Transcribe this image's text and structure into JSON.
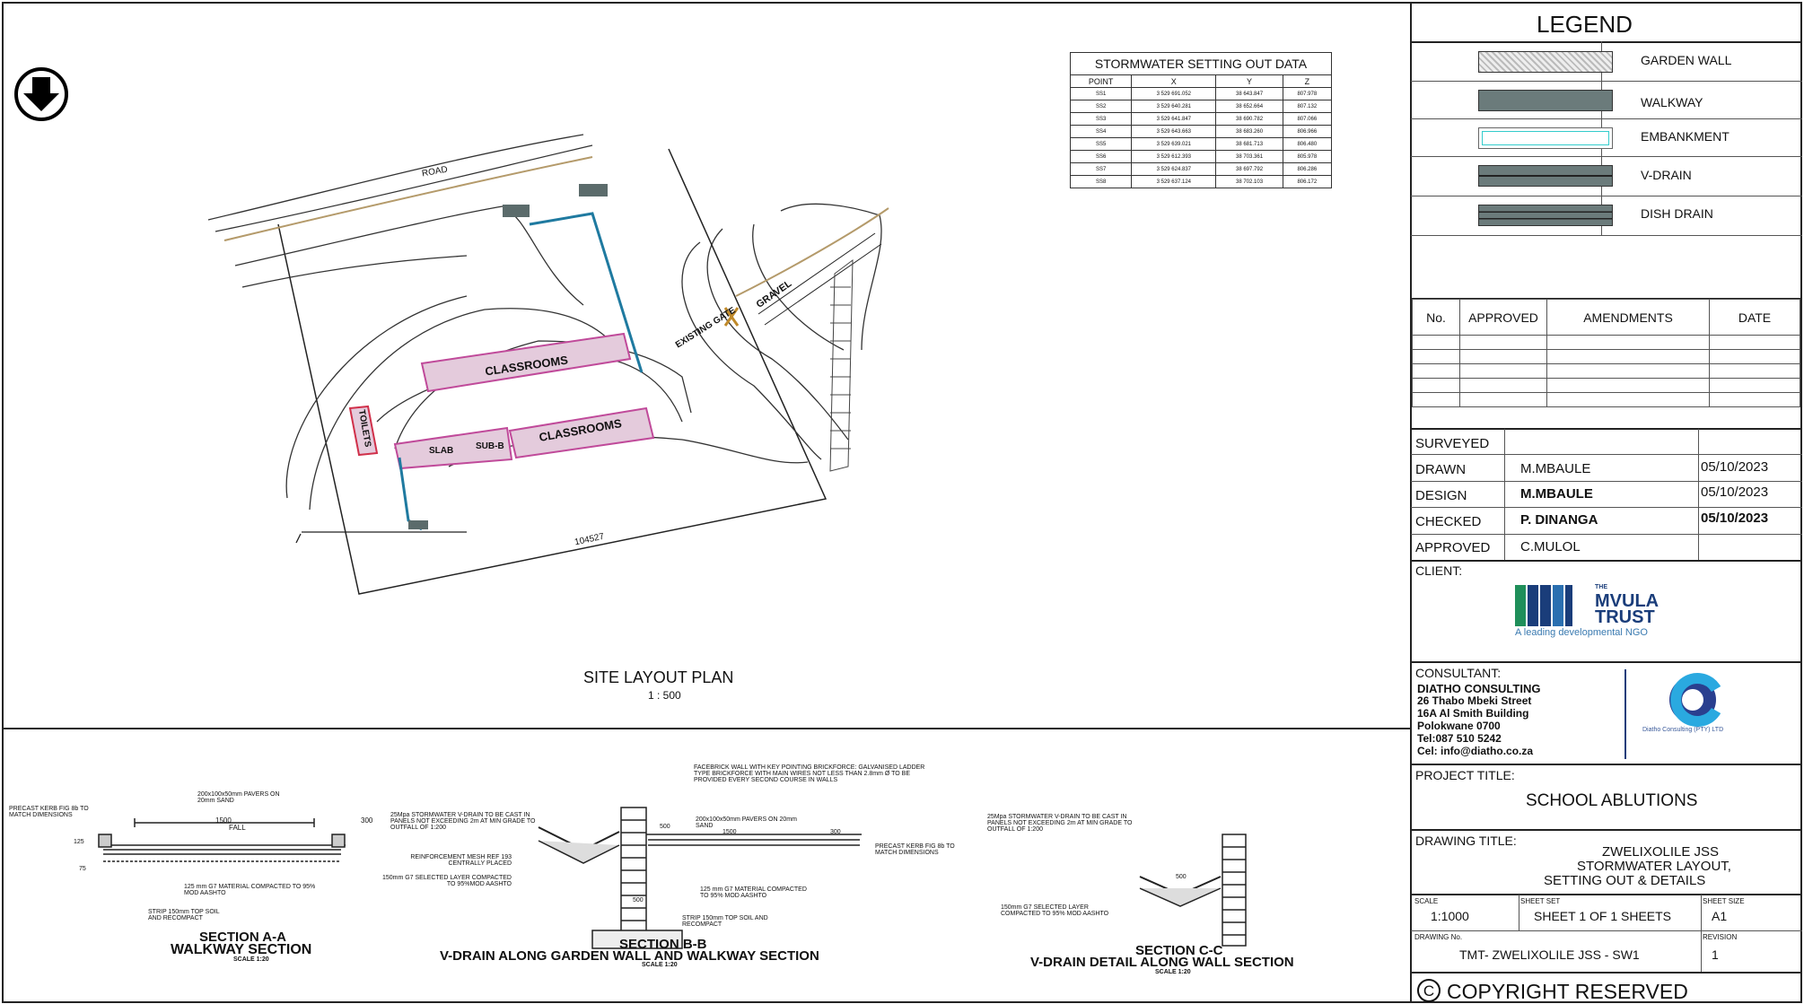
{
  "site_plan": {
    "title": "SITE LAYOUT PLAN",
    "scale": "1 : 500",
    "north_arrow": "north-arrow-icon",
    "labels": {
      "classrooms_1": "CLASSROOMS",
      "classrooms_2": "CLASSROOMS",
      "existing_gate": "EXISTING GATE",
      "toilets": "TOILETS",
      "slab": "SLAB",
      "sub_b": "SUB-B",
      "gravel": "GRAVEL",
      "road": "ROAD",
      "boundary": "104527"
    }
  },
  "setting_out": {
    "title": "STORMWATER SETTING OUT DATA",
    "headers": [
      "POINT",
      "X",
      "Y",
      "Z"
    ],
    "rows": [
      [
        "SS1",
        "3 529 691.052",
        "38 643.847",
        "807.978"
      ],
      [
        "SS2",
        "3 529 640.281",
        "38 652.664",
        "807.132"
      ],
      [
        "SS3",
        "3 529 641.847",
        "38 690.782",
        "807.066"
      ],
      [
        "SS4",
        "3 529 643.663",
        "38 683.260",
        "806.966"
      ],
      [
        "SS5",
        "3 529 639.021",
        "38 681.713",
        "806.480"
      ],
      [
        "SS6",
        "3 529 612.393",
        "38 703.361",
        "805.978"
      ],
      [
        "SS7",
        "3 529 624.837",
        "38 697.792",
        "806.286"
      ],
      [
        "SS8",
        "3 529 637.124",
        "38 702.103",
        "806.172"
      ]
    ]
  },
  "sections": {
    "a": {
      "title1": "SECTION A-A",
      "title2": "WALKWAY SECTION",
      "scale": "SCALE 1:20",
      "notes": [
        "PRECAST KERB FIG 8b TO MATCH DIMENSIONS",
        "200x100x50mm PAVERS ON 20mm SAND",
        "125 mm G7 MATERIAL COMPACTED TO 95% MOD AASHTO",
        "STRIP 150mm TOP SOIL AND RECOMPACT"
      ],
      "dims": [
        "1500",
        "300",
        "FALL",
        "125",
        "75"
      ]
    },
    "b": {
      "title1": "SECTION B-B",
      "title2": "V-DRAIN ALONG GARDEN WALL AND WALKWAY SECTION",
      "scale": "SCALE 1:20",
      "notes": [
        "FACEBRICK WALL WITH KEY POINTING BRICKFORCE: GALVANISED LADDER TYPE BRICKFORCE WITH MAIN WIRES NOT LESS THAN 2.8mm Ø TO BE PROVIDED EVERY SECOND COURSE IN WALLS",
        "25Mpa STORMWATER V-DRAIN TO BE CAST IN PANELS NOT EXCEEDING 2m AT MIN GRADE TO OUTFALL OF 1:200",
        "200x100x50mm PAVERS ON 20mm SAND",
        "PRECAST KERB FIG 8b TO MATCH DIMENSIONS",
        "REINFORCEMENT MESH REF 193 CENTRALLY PLACED",
        "150mm G7 SELECTED LAYER COMPACTED TO 95%MOD AASHTO",
        "125 mm G7 MATERIAL COMPACTED TO 95% MOD AASHTO",
        "STRIP 150mm TOP SOIL AND RECOMPACT"
      ],
      "dims": [
        "500",
        "1500",
        "300",
        "500"
      ]
    },
    "c": {
      "title1": "SECTION C-C",
      "title2": "V-DRAIN DETAIL ALONG WALL SECTION",
      "scale": "SCALE 1:20",
      "notes": [
        "25Mpa STORMWATER V-DRAIN TO BE CAST IN PANELS NOT EXCEEDING 2m AT MIN GRADE TO OUTFALL OF 1:200",
        "150mm G7 SELECTED LAYER COMPACTED TO 95% MOD AASHTO"
      ],
      "dims": [
        "500"
      ]
    }
  },
  "legend": {
    "title": "LEGEND",
    "items": [
      {
        "label": "GARDEN WALL",
        "symbol": "hatched-fill"
      },
      {
        "label": "WALKWAY",
        "symbol": "grey-fill"
      },
      {
        "label": "EMBANKMENT",
        "symbol": "cyan-outline"
      },
      {
        "label": "V-DRAIN",
        "symbol": "grey-lines"
      },
      {
        "label": "DISH DRAIN",
        "symbol": "grey-double-lines"
      }
    ]
  },
  "amendments": {
    "headers": [
      "No.",
      "APPROVED",
      "AMENDMENTS",
      "DATE"
    ]
  },
  "signoff": [
    {
      "label": "SURVEYED",
      "name": "",
      "date": ""
    },
    {
      "label": "DRAWN",
      "name": "M.MBAULE",
      "date": "05/10/2023"
    },
    {
      "label": "DESIGN",
      "name": "M.MBAULE",
      "date": "05/10/2023"
    },
    {
      "label": "CHECKED",
      "name": "P. DINANGA",
      "date": "05/10/2023"
    },
    {
      "label": "APPROVED",
      "name": "C.MULOL",
      "date": ""
    }
  ],
  "client": {
    "label": "CLIENT:",
    "logo_line1": "THE",
    "logo_line2": "MVULA",
    "logo_line3": "TRUST",
    "tagline": "A leading developmental NGO"
  },
  "consultant": {
    "label": "CONSULTANT:",
    "name": "DIATHO CONSULTING",
    "address1": "26 Thabo Mbeki Street",
    "address2": "16A Al Smith Building",
    "address3": "Polokwane 0700",
    "tel": "Tel:087 510 5242",
    "email": "Cel: info@diatho.co.za",
    "logo_text": "Diatho Consulting (PTY) LTD"
  },
  "project": {
    "label": "PROJECT TITLE:",
    "title": "SCHOOL ABLUTIONS"
  },
  "drawing": {
    "label": "DRAWING TITLE:",
    "line1": "ZWELIXOLILE JSS",
    "line2": "STORMWATER LAYOUT,",
    "line3": "SETTING OUT & DETAILS"
  },
  "meta": {
    "scale_label": "SCALE",
    "scale": "1:1000",
    "sheet_set_label": "SHEET SET",
    "sheet_set": "SHEET 1 OF 1 SHEETS",
    "sheet_size_label": "SHEET SIZE",
    "sheet_size": "A1",
    "drawing_no_label": "DRAWING No.",
    "drawing_no": "TMT- ZWELIXOLILE JSS - SW1",
    "revision_label": "REVISION",
    "revision": "1"
  },
  "copyright": "COPYRIGHT RESERVED"
}
